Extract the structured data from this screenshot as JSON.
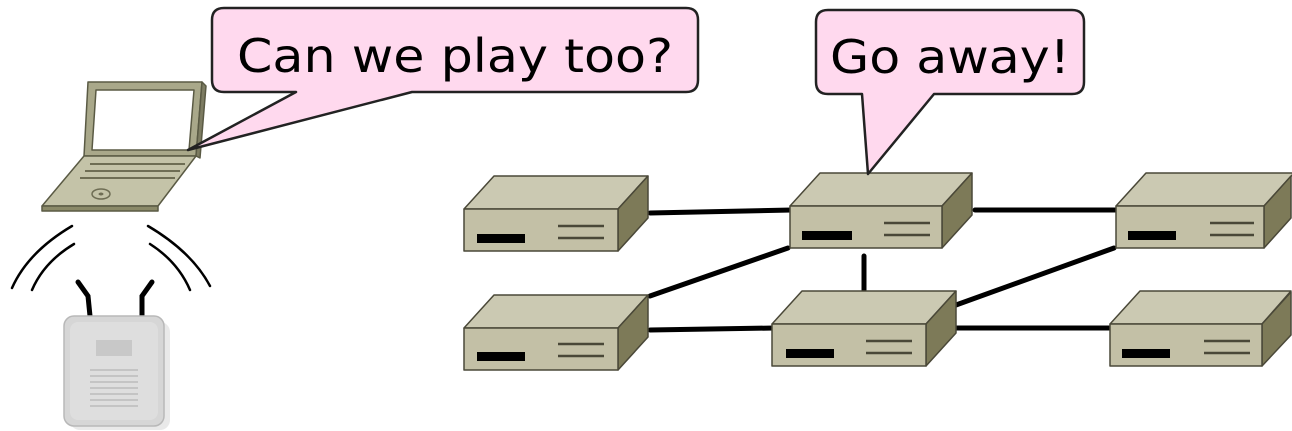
{
  "bubbles": {
    "laptop_speech": "Can we play too?",
    "router_speech": "Go away!"
  },
  "colors": {
    "bubble_fill": "#ffd9ee",
    "bubble_stroke": "#222222",
    "router_top": "#cbc9b2",
    "router_front": "#c3c0a6",
    "router_side": "#7d7a58",
    "router_stroke": "#4a4838",
    "link": "#000000",
    "laptop_body": "#b9b89a",
    "access_point": "#d8d8d8"
  },
  "icons": {
    "laptop": "laptop-icon",
    "access_point": "wireless-access-point-icon",
    "router": "router-icon",
    "signal": "wifi-signal-icon"
  },
  "network": {
    "routers": [
      "top-left",
      "top-middle",
      "top-right",
      "bottom-left",
      "bottom-middle",
      "bottom-right"
    ],
    "links": [
      [
        "top-left",
        "top-middle"
      ],
      [
        "top-middle",
        "top-right"
      ],
      [
        "top-middle",
        "bottom-left"
      ],
      [
        "top-middle",
        "bottom-middle"
      ],
      [
        "top-right",
        "bottom-middle"
      ],
      [
        "bottom-left",
        "bottom-middle"
      ],
      [
        "bottom-middle",
        "bottom-right"
      ]
    ]
  }
}
